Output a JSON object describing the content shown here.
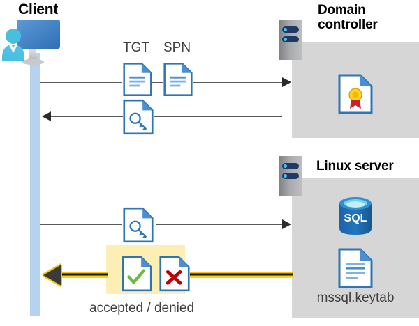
{
  "diagram": {
    "type": "kerberos-authentication-sequence",
    "background": "#ffffff"
  },
  "actors": {
    "client": {
      "title": "Client",
      "icon": "workstation-user-icon",
      "lifeline_color": "#b5d2f0"
    },
    "domain_controller": {
      "title_line1": "Domain",
      "title_line2": "controller",
      "icon": "server-tower-icon",
      "panel_color": "#d6d6d6",
      "contents": [
        {
          "icon": "certificate-document-icon",
          "label": ""
        }
      ]
    },
    "linux_server": {
      "title": "Linux server",
      "icon": "server-tower-icon",
      "panel_color": "#d6d6d6",
      "contents": [
        {
          "icon": "sql-database-icon",
          "label": "SQL"
        },
        {
          "icon": "document-icon",
          "label": "mssql.keytab"
        }
      ]
    }
  },
  "messages": [
    {
      "id": "msg-1",
      "direction": "client-to-domain-controller",
      "line_color": "#58595b",
      "artifacts": [
        {
          "label": "TGT",
          "icon": "document-icon"
        },
        {
          "label": "SPN",
          "icon": "document-icon"
        }
      ]
    },
    {
      "id": "msg-2",
      "direction": "domain-controller-to-client",
      "line_color": "#58595b",
      "artifacts": [
        {
          "label": "",
          "icon": "key-document-icon"
        }
      ]
    },
    {
      "id": "msg-3",
      "direction": "client-to-linux-server",
      "line_color": "#58595b",
      "artifacts": [
        {
          "label": "",
          "icon": "key-document-icon"
        }
      ]
    },
    {
      "id": "msg-4",
      "direction": "linux-server-to-client",
      "line_color": "#f5c400",
      "highlight_color": "#fdeeb4",
      "caption": "accepted / denied",
      "artifacts": [
        {
          "label": "",
          "icon": "check-document-icon"
        },
        {
          "label": "",
          "icon": "x-document-icon"
        }
      ]
    }
  ],
  "colors": {
    "accent_blue": "#2f7ed8",
    "doc_border": "#2e75b6",
    "doc_fold": "#4a8fd4",
    "panel_gray": "#d6d6d6",
    "highlight_yellow": "#fdeeb4",
    "arrow_yellow": "#f5c400",
    "line_gray": "#58595b",
    "check_green": "#6cbb45",
    "x_red": "#c00000",
    "sql_blue": "#1f6fb5",
    "cert_gold": "#ffd21f",
    "cert_red": "#c8232c",
    "lifeline_blue": "#b5d2f0"
  }
}
